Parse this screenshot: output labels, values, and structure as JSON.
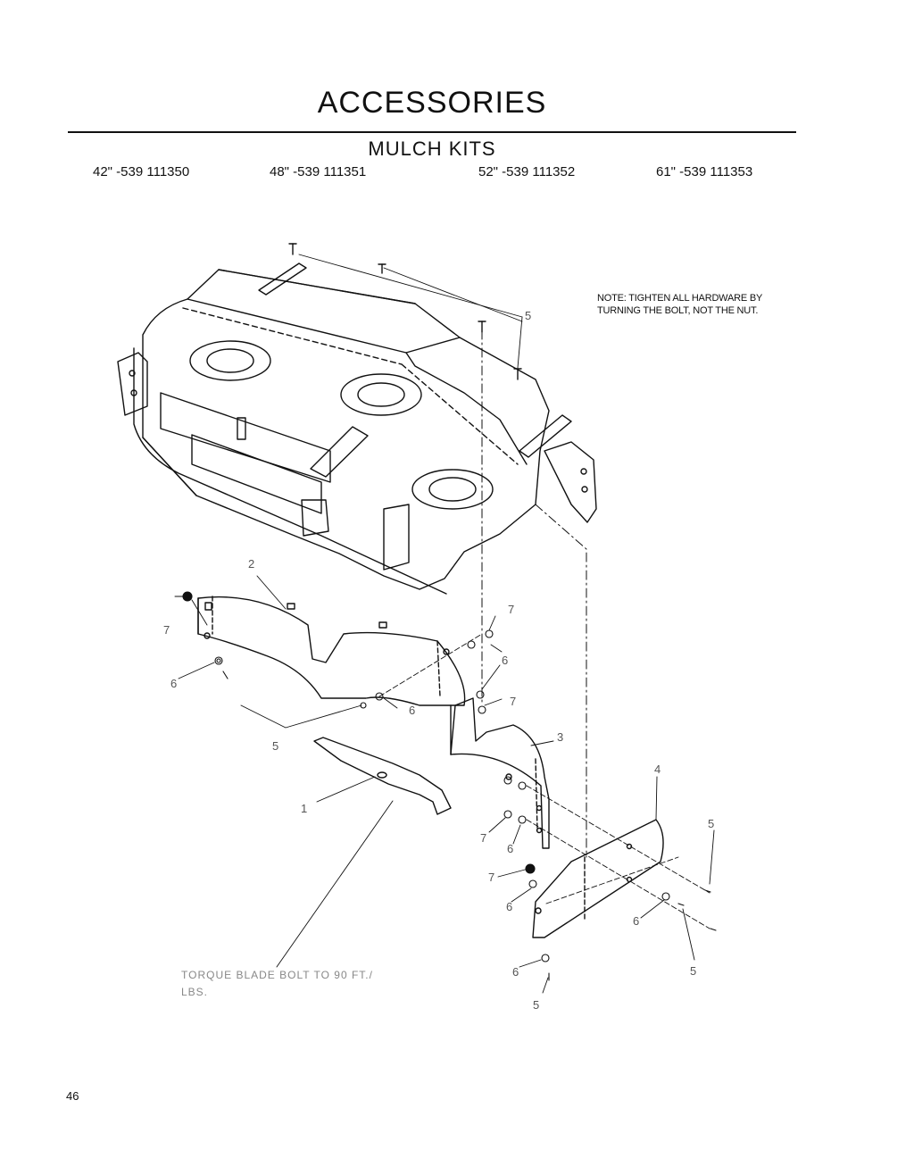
{
  "page": {
    "title": "ACCESSORIES",
    "subtitle": "MULCH KITS",
    "page_number": "46"
  },
  "kits": [
    {
      "label": "42\" -539 111350"
    },
    {
      "label": "48\" -539 111351"
    },
    {
      "label": "52\" -539 111352"
    },
    {
      "label": "61\" -539 111353"
    }
  ],
  "note": "NOTE: TIGHTEN ALL HARDWARE BY\nTURNING THE BOLT, NOT THE NUT.",
  "torque_note": "TORQUE BLADE BOLT TO 90 FT./\nLBS.",
  "callouts": {
    "c1": "1",
    "c2": "2",
    "c3": "3",
    "c4": "4",
    "c5": "5",
    "c6": "6",
    "c7": "7"
  }
}
